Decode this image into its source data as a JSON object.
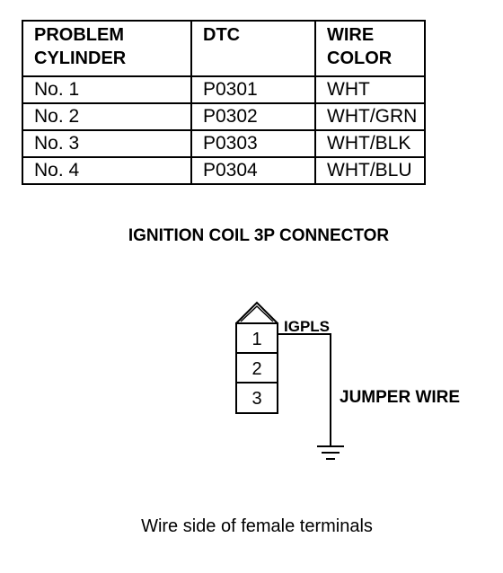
{
  "table": {
    "headers": [
      "PROBLEM CYLINDER",
      "DTC",
      "WIRE COLOR"
    ],
    "rows": [
      [
        "No. 1",
        "P0301",
        "WHT"
      ],
      [
        "No. 2",
        "P0302",
        "WHT/GRN"
      ],
      [
        "No. 3",
        "P0303",
        "WHT/BLK"
      ],
      [
        "No. 4",
        "P0304",
        "WHT/BLU"
      ]
    ]
  },
  "connector": {
    "title": "IGNITION COIL 3P CONNECTOR",
    "terminals": [
      "1",
      "2",
      "3"
    ],
    "signal_label": "IGPLS",
    "jumper_label": "JUMPER WIRE"
  },
  "caption": "Wire side of female terminals"
}
